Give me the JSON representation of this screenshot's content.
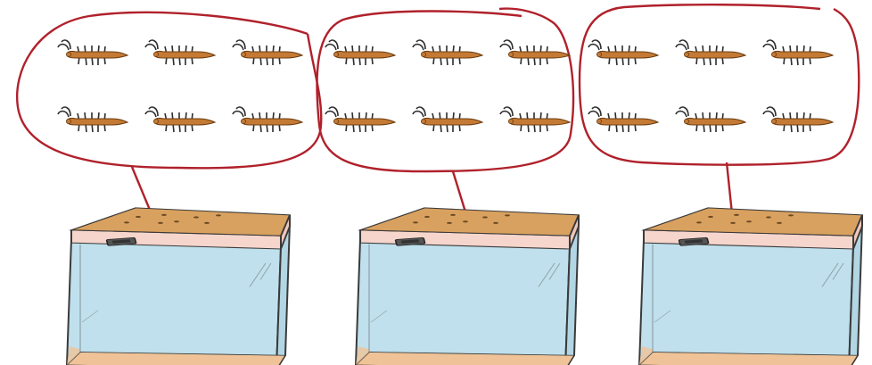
{
  "colors": {
    "background": "#ffffff",
    "loop_outline": "#b0212b",
    "insect_body": "#c47a35",
    "insect_legs": "#2d2d2d",
    "lid_top": "#d9a15f",
    "lid_band": "#f6d5cc",
    "glass": "#bfe0ec",
    "tank_floor": "#efc397",
    "tank_outline": "#3a3a3a",
    "handle": "#444444"
  },
  "groups": [
    {
      "name": "group-1",
      "insect_rows": 2,
      "insects_per_row": 3,
      "connected_to": "tank-1"
    },
    {
      "name": "group-2",
      "insect_rows": 2,
      "insects_per_row": 3,
      "connected_to": "tank-2"
    },
    {
      "name": "group-3",
      "insect_rows": 2,
      "insects_per_row": 3,
      "connected_to": "tank-3"
    }
  ],
  "tanks": [
    {
      "name": "tank-1"
    },
    {
      "name": "tank-2"
    },
    {
      "name": "tank-3"
    }
  ]
}
